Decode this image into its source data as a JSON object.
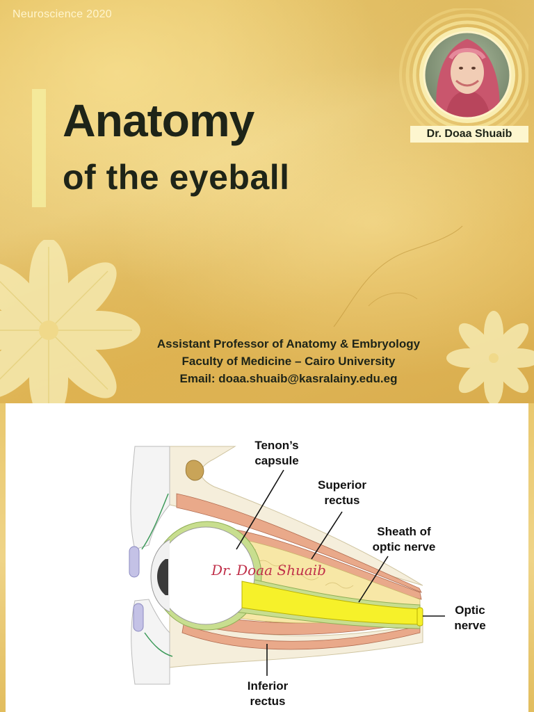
{
  "slide1": {
    "course_tag": "Neuroscience 2020",
    "title_main": "Anatomy",
    "title_sub": "of the eyeball",
    "lecturer_name": "Dr. Doaa Shuaib",
    "affiliation": {
      "position": "Assistant Professor of Anatomy & Embryology",
      "faculty": "Faculty of Medicine – Cairo University",
      "email": "Email:  doaa.shuaib@kasralainy.edu.eg"
    }
  },
  "slide2": {
    "watermark": "Dr. Doaa Shuaib",
    "labels": {
      "tenons_capsule": [
        "Tenon’s",
        "capsule"
      ],
      "superior_rectus": [
        "Superior",
        "rectus"
      ],
      "sheath_optic_nerve": [
        "Sheath of",
        "optic nerve"
      ],
      "optic_nerve": [
        "Optic",
        "nerve"
      ],
      "inferior_rectus": [
        "Inferior",
        "rectus"
      ]
    }
  },
  "colors": {
    "slide_gold": "#e3bd5c",
    "title_text": "#1e2418",
    "accent_bar": "#f4eb9c",
    "optic_nerve_yellow": "#f6f12a",
    "orbital_fat": "#f7e7a6",
    "muscle": "#e9a98a",
    "sclera_green": "#c8de8f",
    "watermark": "#c0304a"
  }
}
